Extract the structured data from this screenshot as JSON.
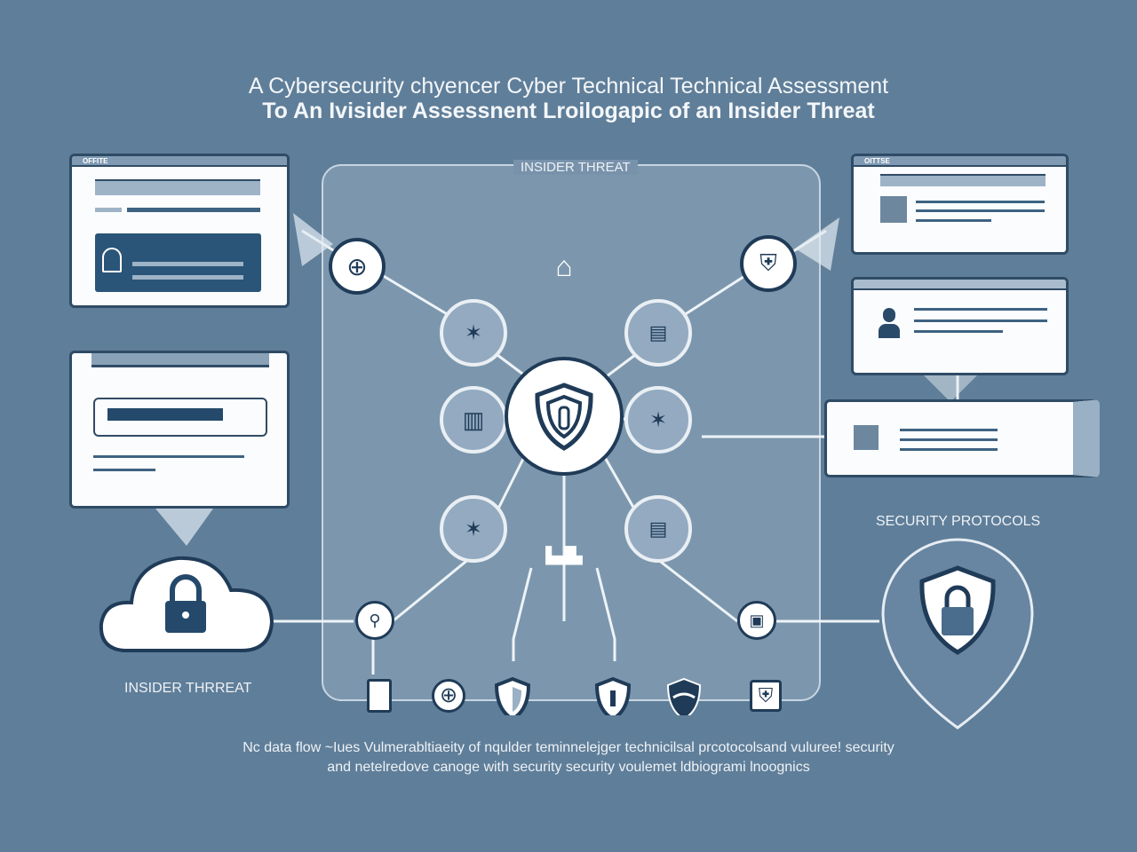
{
  "title": {
    "line1": "A Cybersecurity chyencer Cyber Technical Technical Assessment",
    "line2": "To An Ivisider Assessnent Lroilogapic of an  Insider Threat"
  },
  "labels": {
    "panel_top": "INSIDER THREAT",
    "left_bottom": "INSIDER THRREAT",
    "right": "SECURITY PROTOCOLS"
  },
  "windows": {
    "left_top_title": "OFFITE",
    "right_top_title": "OITTSE"
  },
  "footer": {
    "line1": "Nc data flow ~Iues Vulmerabltiaeity of nqulder teminnelejger technicilsal prcotocolsand vuluree! security",
    "line2": "and netelredove canoge with  security security voulemet ldbiogrami lnoognics"
  },
  "colors": {
    "background": "#5f7e99",
    "dark": "#1f3b58",
    "accent": "#3e6282"
  }
}
